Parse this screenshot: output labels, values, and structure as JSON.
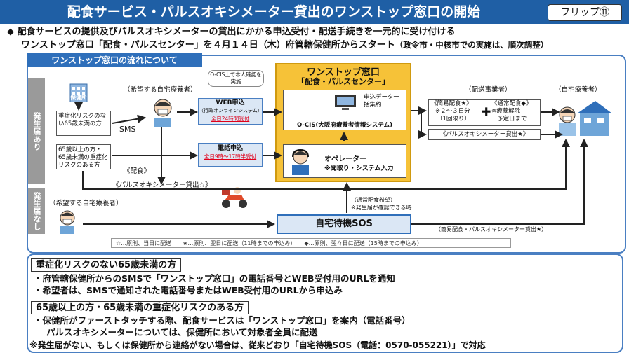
{
  "header": {
    "title": "配食サービス・パルスオキシメーター貸出のワンストップ窓口の開始",
    "flip_label": "フリップ⑪"
  },
  "lead": {
    "line1": "◆ 配食サービスの提供及びパルスオキシメーターの貸出にかかる申込受付・配送手続きを一元的に受け付ける",
    "line2_main": "ワンストップ窓口「配食・パルスセンター」を４月１４日（木）府管轄保健所からスタート",
    "line2_note": "（政令市・中核市での実施は、順次調整）"
  },
  "flow": {
    "section_title": "ワンストップ窓口の流れについて",
    "side_with": "発生届あり",
    "side_without": "発生届なし",
    "health_center_label": "保健所",
    "applicant_top": "（希望する自宅療養者）",
    "applicant_bottom": "（希望する自宅療養者）",
    "low_risk_box": "重症化リスクのない65歳未満の方",
    "high_risk_box": "65歳以上の方・65歳未満の重症化リスクのある方",
    "sms": "SMS",
    "meal_note": "《配食》",
    "web": {
      "title": "WEB申込",
      "sub": "（行政オンラインシステム）",
      "hours": "全日24時間受付"
    },
    "tel": {
      "title": "電話申込",
      "hours": "全日9時～17時半受付"
    },
    "ocis_note": "O-CIS上で本人確認を実施",
    "onestop_title": "ワンストップ窓口",
    "onestop_name": "「配食・パルスセンター」",
    "data_label": "申込データ一括集約",
    "ocis_system": "O-CIS(大阪府療養者情報システム)",
    "operator": "オペレーター",
    "operator_sub": "※聞取り・システム入力",
    "pulse_note": "《パルスオキシメーター貸出☆》",
    "delivery_company": "（配送事業者）",
    "home_patient": "（自宅療養者）",
    "simple_meal": "《簡易配食★》",
    "simple_meal_sub1": "※２～３日分",
    "simple_meal_sub2": "（1回限り）",
    "regular_meal": "《通常配食◆》",
    "regular_meal_sub1": "※療養解除",
    "regular_meal_sub2": "予定日まで",
    "oxi_rental": "《パルスオキシメーター貸出★》",
    "regular_request": "（通常配食希望）",
    "regular_request_sub": "※発生届が確認できる時",
    "home_sos": "自宅待機SOS",
    "sos_delivery": "（簡易配食・パルスオキシメーター貸出★）",
    "legend": "☆…原則、当日に配送　　★…原則、翌日に配送（11時までの申込み）　　◆…原則、翌々日に配送（15時までの申込み）"
  },
  "bottom": {
    "tag1": "重症化リスクのない65歳未満の方",
    "line1": "・府管轄保健所からのSMSで「ワンストップ窓口」の電話番号とWEB受付用のURLを通知",
    "line2": "・希望者は、SMSで通知された電話番号またはWEB受付用のURLから申込み",
    "tag2": "65歳以上の方・65歳未満の重症化リスクのある方",
    "line3": "・保健所がファーストタッチする際、配食サービスは「ワンストップ窓口」を案内（電話番号）",
    "line4": "パルスオキシメーターについては、保健所において対象者全員に配送",
    "line5": "※発生届がない、もしくは保健所から連絡がない場合は、従来どおり「自宅待機SOS（電話：0570-055221）」で対応"
  },
  "colors": {
    "header_bg": "#1f5fa5",
    "onestop_bg": "#f6c238",
    "accent_red": "#e0001a"
  }
}
